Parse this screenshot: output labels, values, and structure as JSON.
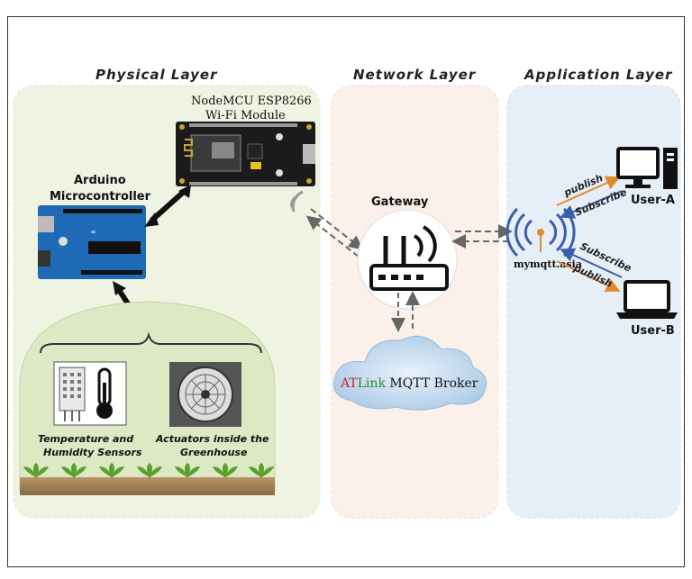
{
  "layers": {
    "physical": "Physical Layer",
    "network": "Network Layer",
    "application": "Application Layer"
  },
  "nodemcu": {
    "line1": "NodeMCU ESP8266",
    "line2": "Wi-Fi Module"
  },
  "arduino": {
    "line1": "Arduino",
    "line2": "Microcontroller"
  },
  "sensors": {
    "line1": "Temperature and",
    "line2": "Humidity Sensors"
  },
  "actuators": {
    "line1": "Actuators inside the",
    "line2": "Greenhouse"
  },
  "gateway": "Gateway",
  "broker": {
    "at": "AT",
    "link": "Link",
    "rest": " MQTT Broker"
  },
  "server": "mymqtt.asia",
  "userA": {
    "name": "User-A",
    "publish": "publish",
    "subscribe": "Subscribe"
  },
  "userB": {
    "name": "User-B",
    "subscribe": "Subscribe",
    "publish": "publish"
  },
  "colors": {
    "physical_bg": "#eef3e2",
    "network_bg": "#fbf1ea",
    "application_bg": "#e6eff8",
    "at_red": "#d62020",
    "link_green": "#2a8a2a",
    "orange": "#e08a2a",
    "blue": "#3b5fb0"
  }
}
